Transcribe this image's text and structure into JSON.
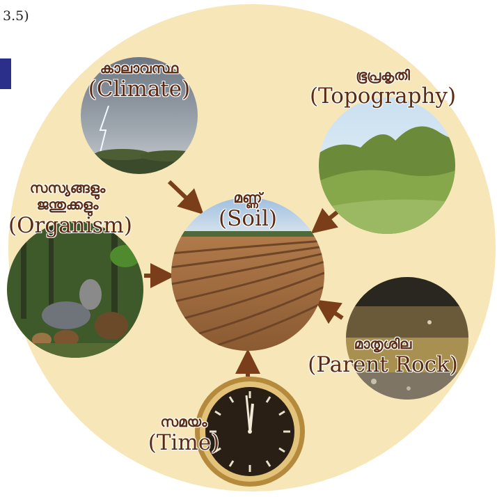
{
  "figure_number": "3.5)",
  "center": {
    "ml": "മണ്ണ്",
    "en": "(Soil)"
  },
  "factors": [
    {
      "key": "climate",
      "ml": "കാലാവസ്ഥ",
      "en": "(Climate)"
    },
    {
      "key": "topography",
      "ml": "ഭൂപ്രകൃതി",
      "en": "(Topography)"
    },
    {
      "key": "organism",
      "ml_line1": "സസ്യങ്ങളും",
      "ml_line2": "ജന്തുക്കളും",
      "en": "(Organism)"
    },
    {
      "key": "parent_rock",
      "ml": "മാതൃശില",
      "en": "(Parent Rock)"
    },
    {
      "key": "time",
      "ml": "സമയം",
      "en": "(Time)"
    }
  ],
  "colors": {
    "background_disc": "#f7e6b8",
    "arrow": "#7a3e1a",
    "label_text": "#5a2a12",
    "label_outline": "#ffffff"
  },
  "icons": [
    "climate-photo",
    "topography-photo",
    "organism-photo",
    "parent-rock-photo",
    "clock-icon",
    "soil-photo"
  ]
}
